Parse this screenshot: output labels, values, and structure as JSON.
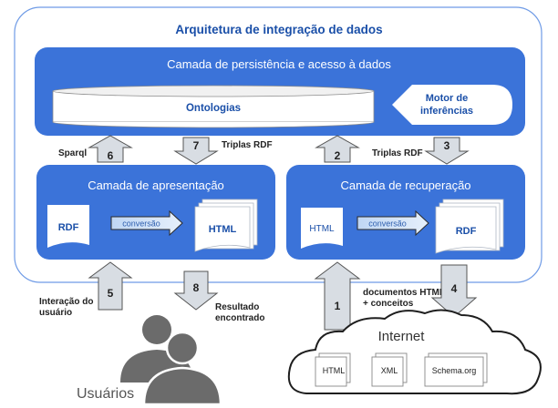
{
  "title": "Arquitetura de integração de dados",
  "persistence": {
    "label": "Camada de persistência e acesso à dados",
    "ontology": "Ontologias",
    "engine_line1": "Motor de",
    "engine_line2": "inferências"
  },
  "presentation": {
    "label": "Camada de apresentação",
    "input_doc": "RDF",
    "conversion": "conversão",
    "output_doc": "HTML"
  },
  "retrieval": {
    "label": "Camada de recuperação",
    "input_doc": "HTML",
    "conversion": "conversão",
    "output_doc": "RDF"
  },
  "flows": {
    "f1": {
      "number": "1",
      "label_line1": "documentos HTML",
      "label_line2": "+ conceitos"
    },
    "f2": {
      "number": "2"
    },
    "f3": {
      "number": "3",
      "label": "Triplas RDF"
    },
    "f4": {
      "number": "4"
    },
    "f5": {
      "number": "5",
      "label_line1": "Interação do",
      "label_line2": "usuário"
    },
    "f6": {
      "number": "6",
      "label": "Sparql"
    },
    "f7": {
      "number": "7",
      "label": "Triplas RDF"
    },
    "f8": {
      "number": "8",
      "label_line1": "Resultado",
      "label_line2": "encontrado"
    }
  },
  "users": {
    "label": "Usuários"
  },
  "internet": {
    "label": "Internet",
    "sources": [
      "HTML",
      "XML",
      "Schema.org"
    ]
  },
  "colors": {
    "panel_blue": "#3b73d9",
    "title_blue": "#1a4fa8",
    "arrow_fill": "#d8dde3",
    "arrow_stroke": "#555555",
    "user_gray": "#6b6b6b"
  }
}
